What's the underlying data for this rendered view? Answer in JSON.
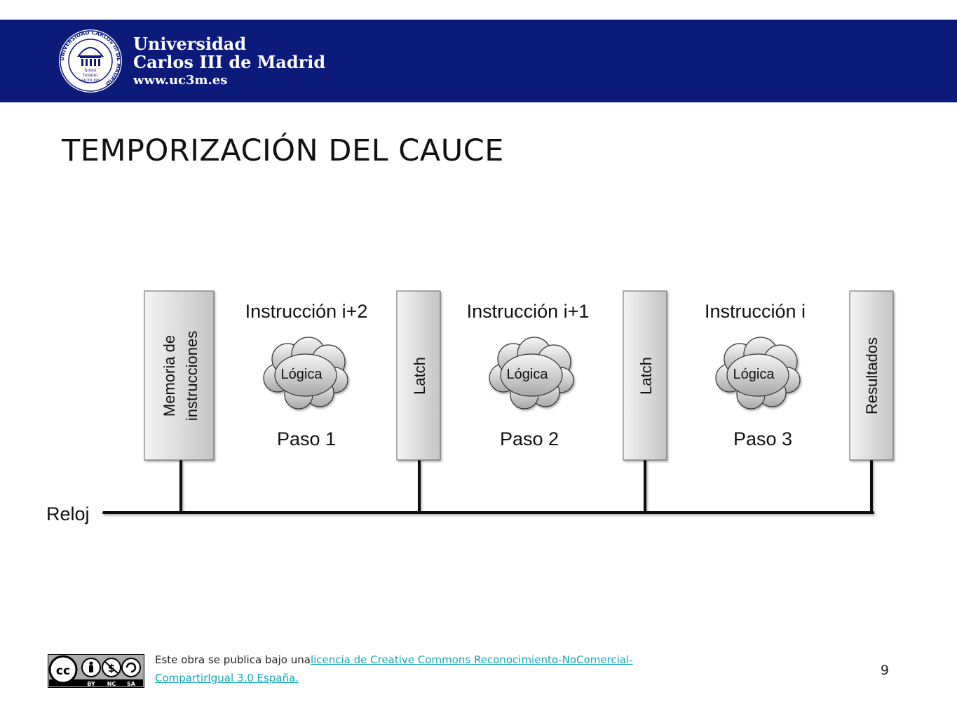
{
  "header": {
    "logo_lines": [
      "Universidad",
      "Carlos III de Madrid",
      "www.uc3m.es"
    ],
    "seal_text": [
      "homo",
      "homini",
      "sacra res"
    ],
    "seal_ring_text": "UNIVERSIDAD CARLOS III DE MADRID"
  },
  "title": "TEMPORIZACIÓN DEL CAUCE",
  "diagram": {
    "blocks": {
      "memoria": [
        "Memoria de",
        "instrucciones"
      ],
      "latch1": "Latch",
      "latch2": "Latch",
      "resultados": "Resultados"
    },
    "stages": [
      {
        "instruction": "Instrucción i+2",
        "logic": "Lógica",
        "step": "Paso 1"
      },
      {
        "instruction": "Instrucción i+1",
        "logic": "Lógica",
        "step": "Paso 2"
      },
      {
        "instruction": "Instrucción i",
        "logic": "Lógica",
        "step": "Paso 3"
      }
    ],
    "clock_label": "Reloj"
  },
  "footer": {
    "license_prefix": "Este obra se publica bajo una",
    "license_link": "licencia de Creative Commons Reconocimiento-NoComercial-CompartirIgual 3.0 España.",
    "cc_badge_labels": [
      "BY",
      "NC",
      "SA"
    ]
  },
  "page_number": "9",
  "colors": {
    "header_bg": "#0c1a7a",
    "link": "#15a6b8"
  }
}
